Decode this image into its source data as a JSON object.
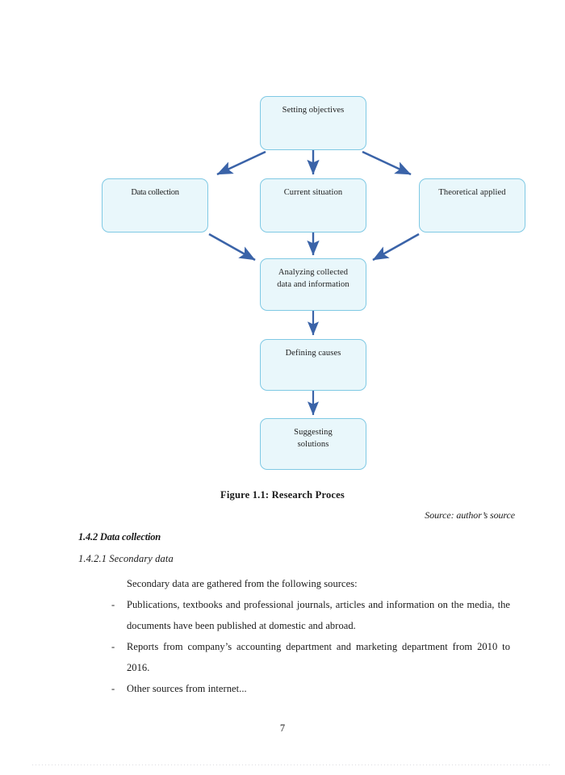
{
  "document": {
    "page_number": "7"
  },
  "diagram": {
    "nodes": [
      {
        "id": "setting-objectives",
        "lines": [
          "Setting objectives"
        ]
      },
      {
        "id": "data-collection",
        "lines": [
          "Data collection"
        ]
      },
      {
        "id": "current-situation",
        "lines": [
          "Current situation"
        ]
      },
      {
        "id": "theoretical-applied",
        "lines": [
          "Theoretical applied"
        ]
      },
      {
        "id": "analyzing-collected-data",
        "lines": [
          "Analyzing  collected",
          "data and information"
        ]
      },
      {
        "id": "defining-causes",
        "lines": [
          "Defining causes"
        ]
      },
      {
        "id": "suggesting-solutions",
        "lines": [
          "Suggesting",
          "solutions"
        ]
      }
    ],
    "colors": {
      "box_fill": "#e9f7fb",
      "box_border": "#7fc9e4",
      "arrow": "#3a63a8"
    },
    "edges": [
      {
        "from": "setting-objectives",
        "to": "data-collection"
      },
      {
        "from": "setting-objectives",
        "to": "current-situation"
      },
      {
        "from": "setting-objectives",
        "to": "theoretical-applied"
      },
      {
        "from": "data-collection",
        "to": "analyzing-collected-data"
      },
      {
        "from": "current-situation",
        "to": "analyzing-collected-data"
      },
      {
        "from": "theoretical-applied",
        "to": "analyzing-collected-data"
      },
      {
        "from": "analyzing-collected-data",
        "to": "defining-causes"
      },
      {
        "from": "defining-causes",
        "to": "suggesting-solutions"
      }
    ]
  },
  "figure": {
    "caption": "Figure 1.1: Research Proces",
    "source": "Source: author’s source"
  },
  "headings": {
    "section": "1.4.2 Data collection",
    "subsection": "1.4.2.1 Secondary data"
  },
  "body": {
    "lead": "Secondary data are gathered from the following sources:",
    "bullet_marker": "-",
    "bullets": [
      "Publications, textbooks and professional journals, articles and information on the media, the documents have been published at domestic and abroad.",
      "Reports from company’s accounting department and marketing department from 2010 to 2016.",
      "Other sources from internet..."
    ]
  }
}
